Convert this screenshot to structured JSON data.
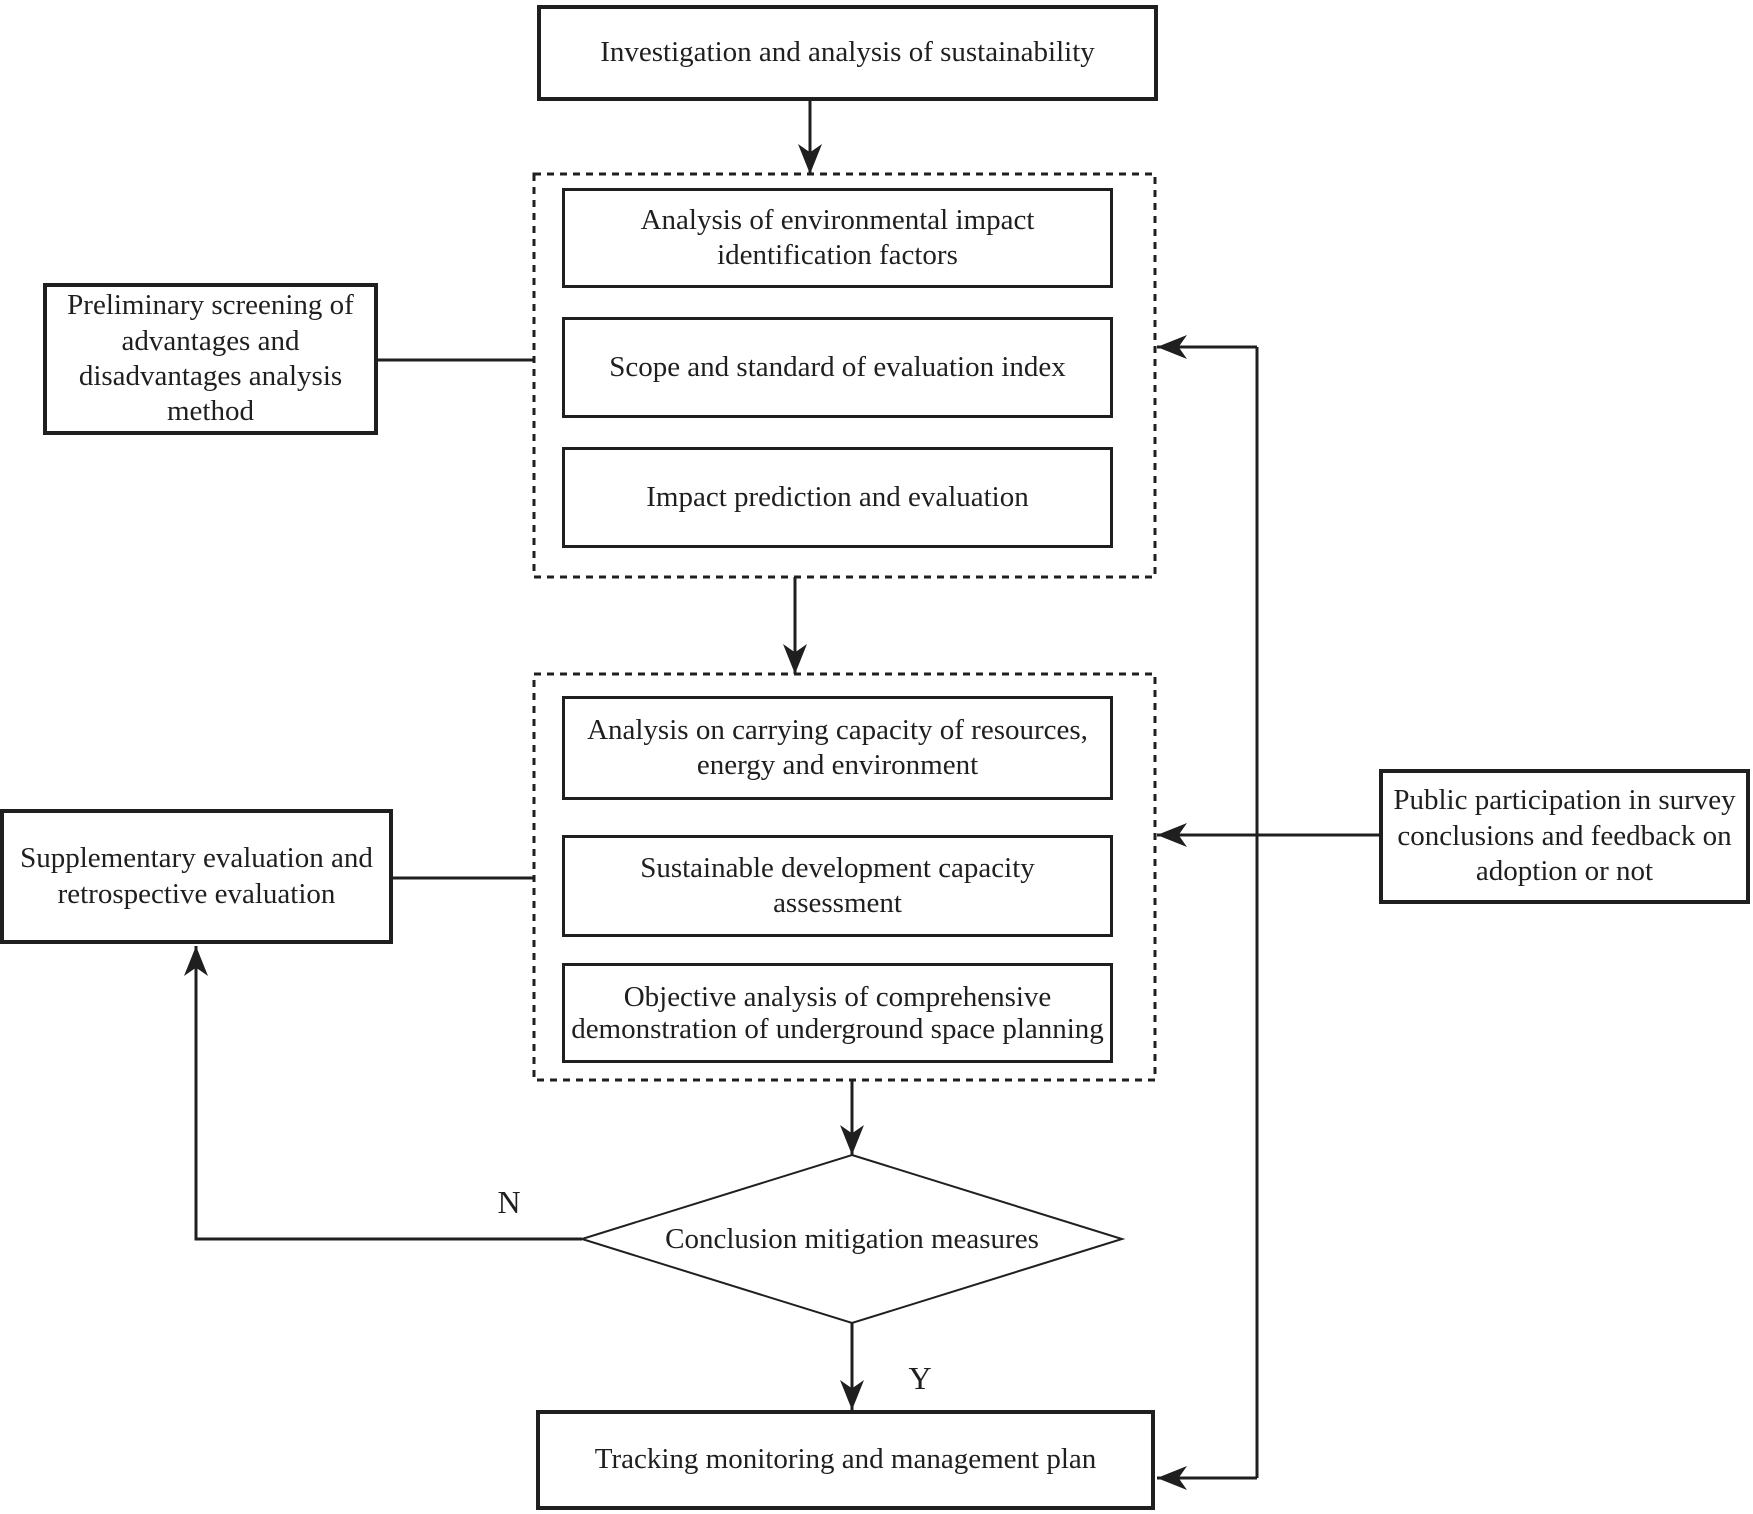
{
  "flowchart": {
    "colors": {
      "ink": "#1f1f1f",
      "background": "#ffffff"
    },
    "nodes": {
      "investigation": {
        "label": "Investigation and analysis of sustainability"
      },
      "env_impact_factors": {
        "label": "Analysis of environmental impact identification factors"
      },
      "scope_standard": {
        "label": "Scope and standard of evaluation index"
      },
      "impact_prediction": {
        "label": "Impact prediction and evaluation"
      },
      "preliminary_screening": {
        "label": "Preliminary screening of advantages and disadvantages analysis method"
      },
      "carrying_capacity": {
        "label": "Analysis on carrying capacity of resources, energy and environment"
      },
      "sustainable_capacity": {
        "label": "Sustainable development capacity assessment"
      },
      "objective_analysis": {
        "label": "Objective analysis of comprehensive demonstration of underground space planning"
      },
      "supplementary_evaluation": {
        "label": "Supplementary evaluation and retrospective evaluation"
      },
      "public_participation": {
        "label": "Public participation in survey conclusions and feedback on adoption or not"
      },
      "decision": {
        "label": "Conclusion mitigation measures"
      },
      "tracking_plan": {
        "label": "Tracking monitoring and management plan"
      }
    },
    "branch_labels": {
      "no": "N",
      "yes": "Y"
    }
  }
}
